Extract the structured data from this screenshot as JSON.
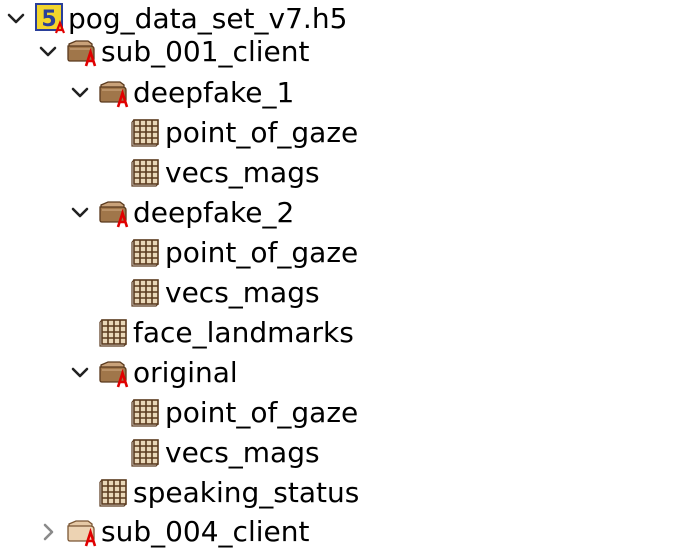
{
  "tree": {
    "root": {
      "label": "pog_data_set_v7.h5",
      "expanded": true,
      "icon": "hdf5-file-icon"
    },
    "sub_001": {
      "label": "sub_001_client",
      "expanded": true,
      "icon": "group-folder-icon",
      "deepfake_1": {
        "label": "deepfake_1",
        "expanded": true,
        "children": [
          "point_of_gaze",
          "vecs_mags"
        ]
      },
      "deepfake_2": {
        "label": "deepfake_2",
        "expanded": true,
        "children": [
          "point_of_gaze",
          "vecs_mags"
        ]
      },
      "face_landmarks": {
        "label": "face_landmarks"
      },
      "original": {
        "label": "original",
        "expanded": true,
        "children": [
          "point_of_gaze",
          "vecs_mags"
        ]
      },
      "speaking_status": {
        "label": "speaking_status"
      }
    },
    "sub_004": {
      "label": "sub_004_client",
      "expanded": false,
      "icon": "group-folder-icon"
    }
  },
  "colors": {
    "folder_fill": "#a0764a",
    "folder_dark": "#5a3a1e",
    "dataset_grid": "#5a3a1e",
    "dataset_fill": "#e9d7b8",
    "attr_red": "#e00000",
    "hdf5_yellow": "#f2d52c",
    "hdf5_blue": "#2a3f9a",
    "toggle_color": "#222222",
    "collapsed_toggle_color": "#8a8a8a"
  }
}
